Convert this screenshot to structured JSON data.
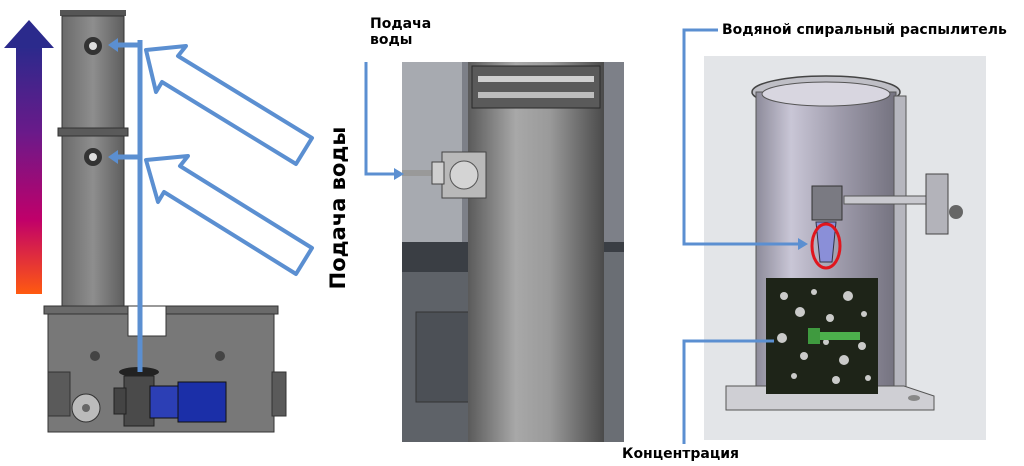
{
  "labels": {
    "water_supply_vertical": "Подача воды",
    "water_supply_photo": "Подача\nводы",
    "spiral_sprayer": "Водяной спиральный распылитель",
    "concentration": "Концентрация"
  },
  "colors": {
    "arrow_blue": "#5b8fd1",
    "gradient_top": "#2b2a8c",
    "gradient_mid": "#c0006a",
    "gradient_bottom": "#ff5a10",
    "pump_blue": "#1b2fa8",
    "nozzle_highlight": "#e0161e"
  }
}
